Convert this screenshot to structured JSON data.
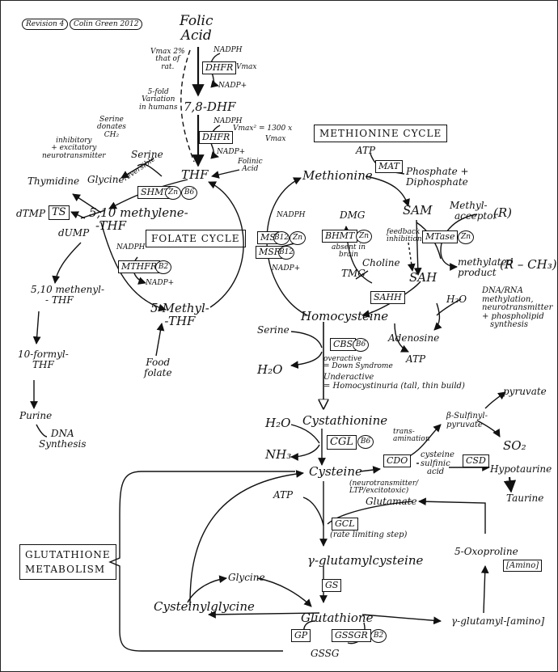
{
  "header": {
    "revision": "Revision 4",
    "author": "Colin Green 2012"
  },
  "titles": {
    "methionine_cycle": "METHIONINE CYCLE",
    "folate_cycle": "FOLATE CYCLE",
    "glutathione": [
      "GLUTATHIONE",
      "METABOLISM"
    ]
  },
  "folate": {
    "folic_acid": [
      "Folic",
      "Acid"
    ],
    "vmax_note": [
      "Vmax 2%",
      "that of",
      "rat."
    ],
    "fold_note": [
      "5-fold",
      "Variation",
      "in humans"
    ],
    "dhfr": "DHFR",
    "vmax": "Vmax",
    "vmax2": "Vmax²  = 1300 x",
    "nadph": "NADPH",
    "nadp": "NADP+",
    "dhf": "7,8-DHF",
    "thf": "THF",
    "folinic_acid": [
      "Folinic",
      "Acid"
    ],
    "serine_donates": [
      "Serine",
      "donates",
      "CH₂"
    ],
    "serine": "Serine",
    "glycine": "Glycine",
    "reversible": "reversible",
    "inhibitory": [
      "inhibitory",
      "+ excitatory",
      "neurotransmitter"
    ],
    "thymidine": "Thymidine",
    "dttp": "dTMP",
    "ts": "TS",
    "dump": "dUMP",
    "shmt": "SHMT",
    "zn": "Zn",
    "b6": "B6",
    "b2": "B2",
    "b12": "B12",
    "methylene": [
      "5,10 methylene-",
      "-THF"
    ],
    "mthfr": "MTHFR",
    "methenyl": [
      "5,10 methenyl-",
      "- THF"
    ],
    "formyl": [
      "10-formyl-",
      "THF"
    ],
    "purine": "Purine",
    "dna_synthesis": [
      "DNA",
      "Synthesis"
    ],
    "methyl_thf": [
      "5-Methyl-",
      "-THF"
    ],
    "food_folate": [
      "Food",
      "folate"
    ]
  },
  "methionine": {
    "atp": "ATP",
    "mat": "MAT",
    "phosphate": [
      "Phosphate +",
      "Diphosphate"
    ],
    "methionine": "Methionine",
    "sam": "SAM",
    "methyl_acceptor": [
      "Methyl-",
      "acceptor"
    ],
    "r": "(R)",
    "mtase": "MTase",
    "methylated": [
      "methylated",
      "product"
    ],
    "r_ch3": "(R – CH₃)",
    "dna_rna": [
      "DNA/RNA",
      "methylation,",
      "neurotransmitter",
      "+ phospholipid",
      "synthesis"
    ],
    "feedback": [
      "feedback",
      "inhibition"
    ],
    "sah": "SAH",
    "sahh": "SAHH",
    "h2o": "H₂O",
    "adenosine": "Adenosine",
    "atp2": "ATP",
    "dmg": "DMG",
    "bhmt": "BHMT",
    "absent": [
      "absent in",
      "brain"
    ],
    "choline": "Choline",
    "tmg": "TMG",
    "ms": "MS",
    "msr": "MSR",
    "homocysteine": "Homocysteine"
  },
  "transsulfuration": {
    "serine": "Serine",
    "h2o": "H₂O",
    "cbs": "CBS",
    "overactive": [
      "overactive",
      "= Down Syndrome"
    ],
    "underactive": [
      "Underactive",
      "= Homocystinuria (tall, thin build)"
    ],
    "cystathionine": "Cystathionine",
    "cgl": "CGL",
    "b6": "B6",
    "h2o2": "H₂O",
    "nh3": "NH₃",
    "cysteine": "Cysteine",
    "transamination": [
      "trans-",
      "amination"
    ],
    "sulfinyl_pyruvate": [
      "β-Sulfinyl-",
      "pyruvate"
    ],
    "pyruvate": "pyruvate",
    "so2": "SO₂",
    "cdo": "CDO",
    "cysteine_sulfinic": [
      "cysteine",
      "sulfinic",
      "acid"
    ],
    "cso": "CSD",
    "hypotaurine": "Hypotaurine",
    "taurine": "Taurine",
    "neuro_note": [
      "(neurotransmitter/",
      "LTP/excitotoxic)"
    ]
  },
  "glutathione": {
    "atp": "ATP",
    "glutamate": "Glutamate",
    "gcl": "GCL",
    "rate_limiting": "(rate limiting step)",
    "gamma_glutamylcysteine": "γ-glutamylcysteine",
    "gs": "GS",
    "glycine": "Glycine",
    "cysteinylglycine": "Cysteinylglycine",
    "glutathione": "Glutathione",
    "gp": "GP",
    "gssgr": "GSSGR",
    "b2": "B2",
    "gssg": "GSSG",
    "gamma_glutamyl_amino": "γ-glutamyl-[amino]",
    "oxoproline": "5-Oxoproline",
    "amino": "[Amino]"
  }
}
